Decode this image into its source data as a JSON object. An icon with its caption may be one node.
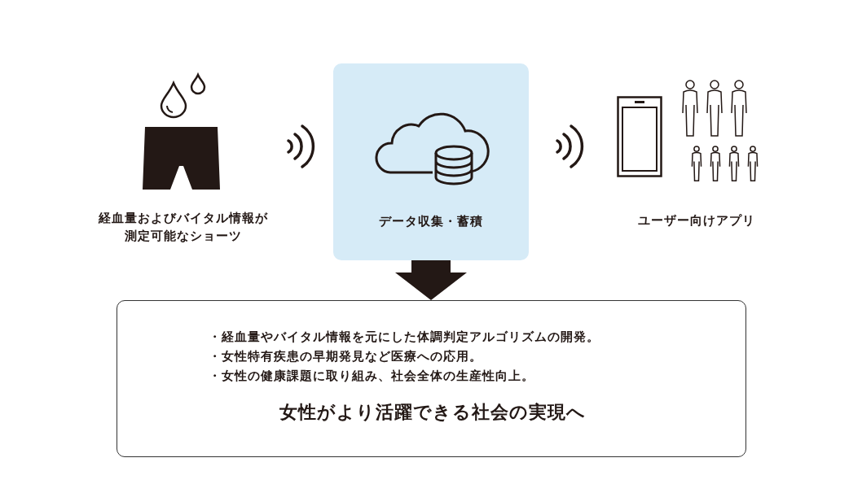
{
  "diagram": {
    "nodes": [
      {
        "text": [
          "経血量およびバイタル情報が測定可能なショーツ"
        ]
      },
      {
        "text": [
          "データ収集・蓄積"
        ]
      },
      {
        "text": [
          "ユーザー向けアプリ"
        ]
      },
      {
        "text": [
          "・経血量やバイタル情報を元にした体調判定アルゴリズムの開発。",
          "・女性特有疾患の早期発見など医療への応用。",
          "・女性の健康課題に取り組み、社会全体の生産性向上。",
          "女性がより活躍できる社会の実現へ"
        ]
      }
    ],
    "edges": [
      {
        "from": 1,
        "to": 3,
        "arrow": "to"
      }
    ]
  }
}
